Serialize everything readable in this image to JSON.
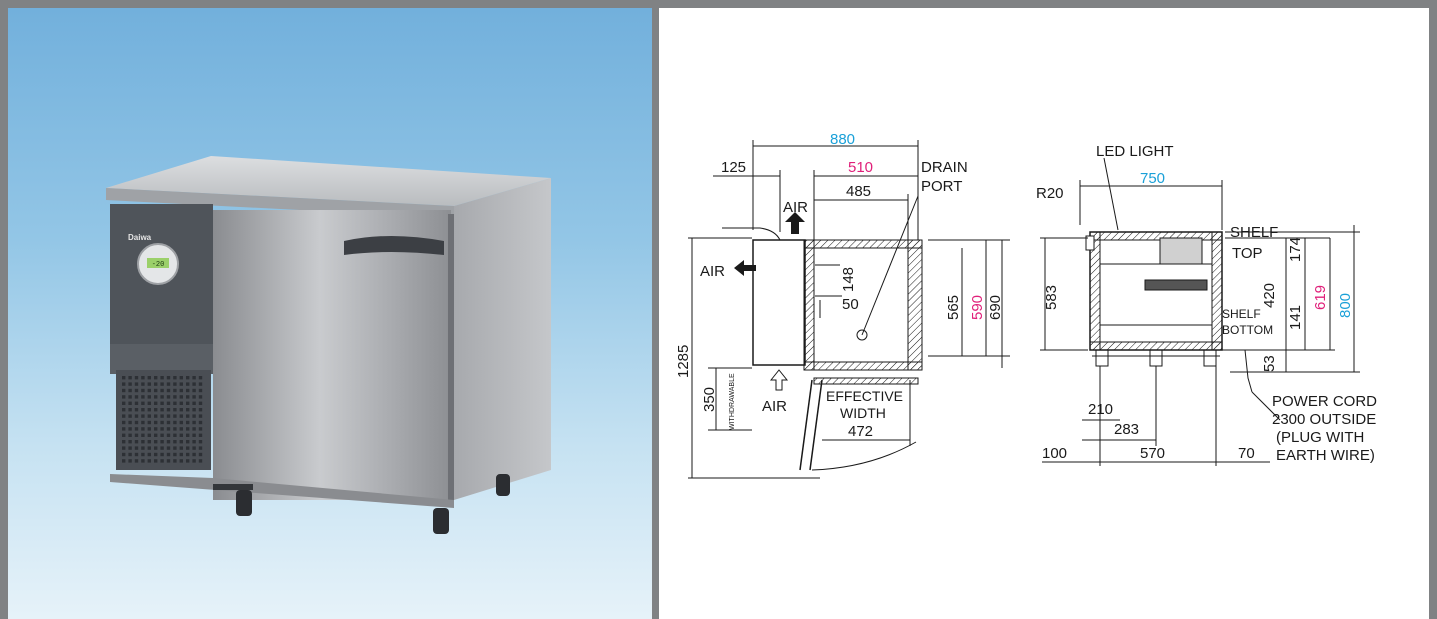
{
  "photo": {
    "brand_text": "Daiwa",
    "display_reading": "-20"
  },
  "side_view": {
    "dims": {
      "d880": "880",
      "d510": "510",
      "d485": "485",
      "d125": "125",
      "d148": "148",
      "d50": "50",
      "d565": "565",
      "d590": "590",
      "d690": "690",
      "d1285": "1285",
      "d350": "350",
      "d472": "472"
    },
    "labels": {
      "drain": "DRAIN",
      "port": "PORT",
      "air_top": "AIR",
      "air_left": "AIR",
      "air_bottom": "AIR",
      "withdrawable": "WITHDRAWABLE",
      "effective": "EFFECTIVE",
      "width": "WIDTH"
    }
  },
  "front_view": {
    "dims": {
      "d750": "750",
      "d583": "583",
      "d174": "174",
      "d420": "420",
      "d141": "141",
      "d619": "619",
      "d800": "800",
      "d53": "53",
      "d210": "210",
      "d283": "283",
      "d100": "100",
      "d570": "570",
      "d70": "70"
    },
    "labels": {
      "led": "LED LIGHT",
      "r20": "R20",
      "shelf_top_1": "SHELF",
      "shelf_top_2": "TOP",
      "shelf_bottom_1": "SHELF",
      "shelf_bottom_2": "BOTTOM",
      "power_1": "POWER CORD",
      "power_2": "2300 OUTSIDE",
      "power_3": "(PLUG WITH",
      "power_4": "EARTH WIRE)"
    }
  },
  "colors": {
    "cyan": "#1aa0d8",
    "magenta": "#e0207a"
  }
}
